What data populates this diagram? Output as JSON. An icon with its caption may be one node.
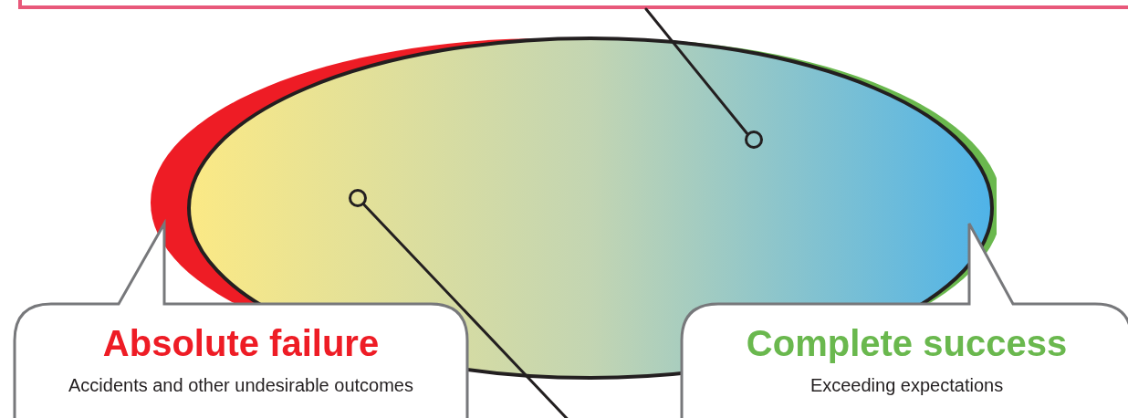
{
  "diagram": {
    "nodes": [
      {
        "text": [],
        "shape": "box"
      },
      {
        "text": [],
        "shape": "ellipse"
      },
      {
        "text": [],
        "shape": "circle",
        "in": 1
      },
      {
        "text": [],
        "shape": "circle",
        "in": 1
      },
      {
        "text": [
          "Absolute failure",
          "Accidents and other undesirable outcomes"
        ]
      },
      {
        "text": [
          "Complete success",
          "Exceeding expectations"
        ]
      }
    ],
    "edges": [
      {
        "from": 0,
        "to": 2,
        "arrow": "none"
      },
      {
        "from": 3,
        "to": null,
        "arrow": "none"
      }
    ]
  }
}
